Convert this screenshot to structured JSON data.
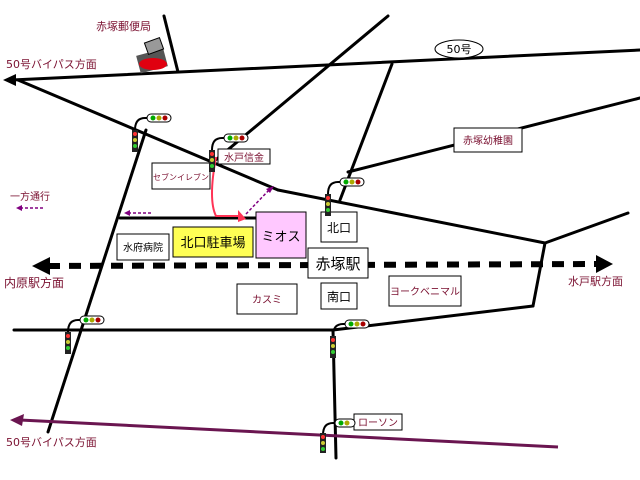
{
  "labels": {
    "post_office": "赤塚郵便局",
    "route50_top": "50号バイパス方面",
    "route50_badge": "50号",
    "route50_bottom": "50号バイパス方面",
    "oneway": "一方通行",
    "seven": "セブンイレブン",
    "mito_shinkin": "水戸信金",
    "kindergarten": "赤塚幼稚園",
    "hospital": "水府病院",
    "parking": "北口駐車場",
    "mios": "ミオス",
    "north_exit": "北口",
    "station": "赤塚駅",
    "south_exit": "南口",
    "uchihara": "内原駅方面",
    "mito_station": "水戸駅方面",
    "kasumi": "カスミ",
    "yorkbenimaru": "ヨークベニマル",
    "lawson": "ローソン"
  },
  "colors": {
    "road": "#000000",
    "label_text": "#7a1030",
    "parking_fill": "#ffff55",
    "mios_fill": "#ffc8ff",
    "route_arrow": "#ff3355",
    "oneway_arrow": "#800080"
  }
}
